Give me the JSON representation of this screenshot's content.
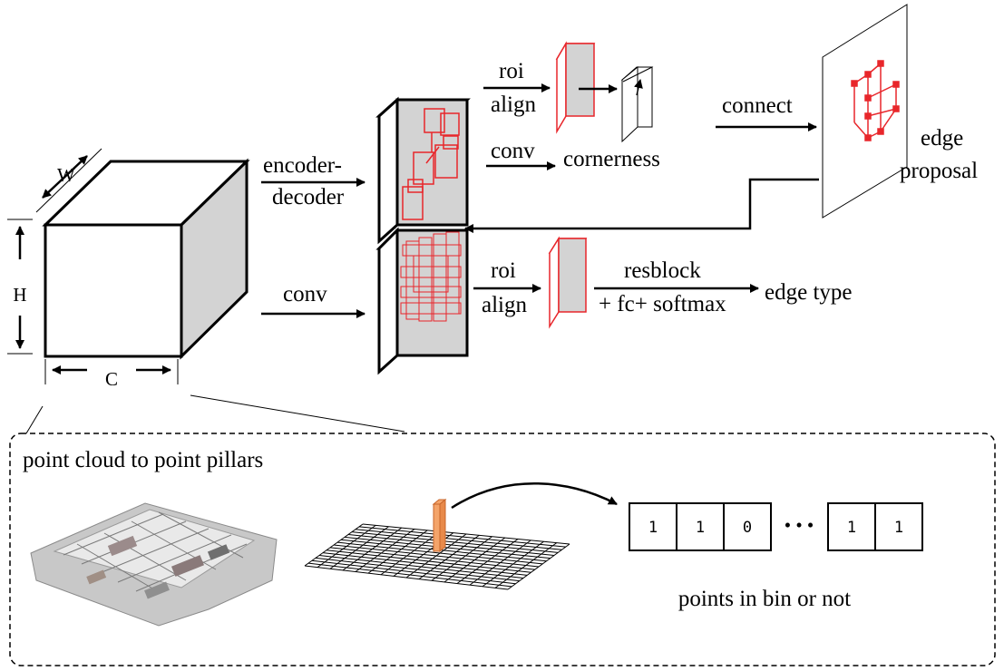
{
  "labels": {
    "encoder_decoder_1": "encoder-",
    "encoder_decoder_2": "decoder",
    "conv_bottom": "conv",
    "roi_top": "roi",
    "align_top": "align",
    "conv_top": "conv",
    "cornerness": "cornerness",
    "connect": "connect",
    "edge_proposal_1": "edge",
    "edge_proposal_2": "proposal",
    "roi_bottom": "roi",
    "align_bottom": "align",
    "resblock": "resblock",
    "fc_softmax": "+ fc+ softmax",
    "edge_type": "edge type",
    "dim_w": "W",
    "dim_h": "H",
    "dim_c": "C"
  },
  "pillars_box": {
    "title": "point cloud to point pillars",
    "bins": [
      "1",
      "1",
      "0",
      "1",
      "1"
    ],
    "ellipsis": "• • •",
    "caption": "points in bin or not"
  },
  "colors": {
    "accent_red": "#e8262b",
    "panel_gray": "#d3d3d3",
    "pillar_orange": "#f4a46a"
  }
}
